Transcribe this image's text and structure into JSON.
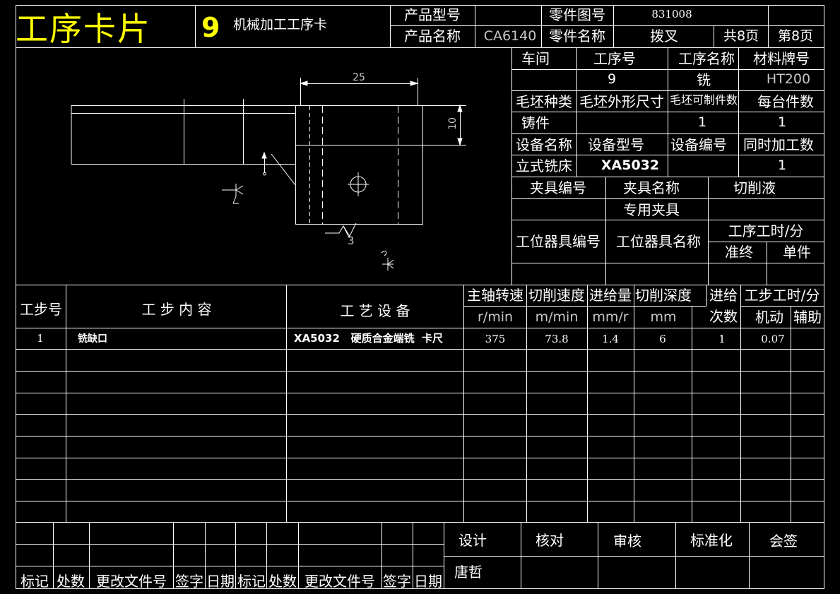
{
  "header": {
    "card_title": "工序卡片",
    "op_number": "9",
    "subtitle": "机械加工工序卡",
    "product_model_label": "产品型号",
    "product_model_value": "",
    "part_drawing_label": "零件图号",
    "part_drawing_value": "831008",
    "product_name_label": "产品名称",
    "product_name_value": "CA6140",
    "part_name_label": "零件名称",
    "part_name_value": "拨叉",
    "total_pages": "共8页",
    "page_no": "第8页"
  },
  "info": {
    "workshop_label": "车间",
    "op_no_label": "工序号",
    "op_name_label": "工序名称",
    "material_label": "材料牌号",
    "workshop_value": "",
    "op_no_value": "9",
    "op_name_value": "铣",
    "material_value": "HT200",
    "blank_type_label": "毛坯种类",
    "blank_size_label": "毛坯外形尺寸",
    "blank_count_label": "毛坯可制件数",
    "per_unit_label": "每台件数",
    "blank_type_value": "铸件",
    "blank_size_value": "",
    "blank_count_value": "1",
    "per_unit_value": "1",
    "equip_name_label": "设备名称",
    "equip_model_label": "设备型号",
    "equip_no_label": "设备编号",
    "simul_label": "同时加工数",
    "equip_name_value": "立式铣床",
    "equip_model_value": "XA5032",
    "equip_no_value": "",
    "simul_value": "1",
    "fixture_no_label": "夹具编号",
    "fixture_name_label": "夹具名称",
    "coolant_label": "切削液",
    "fixture_no_value": "",
    "fixture_name_value": "专用夹具",
    "coolant_value": "",
    "station_no_label": "工位器具编号",
    "station_name_label": "工位器具名称",
    "op_time_label": "工序工时/分",
    "prep_label": "准终",
    "unit_label": "单件"
  },
  "drawing": {
    "dim_width": "25",
    "dim_height": "10",
    "roughness": "3"
  },
  "steps": {
    "h_step_no": "工步号",
    "h_content": "工 步 内 容",
    "h_equipment": "工 艺 设 备",
    "h_spindle": "主轴转速",
    "h_speed": "切削速度",
    "h_feed": "进给量",
    "h_depth": "切削深度",
    "h_passes_a": "进给",
    "h_passes_b": "次数",
    "h_steptime": "工步工时/分",
    "u_spindle": "r/min",
    "u_speed": "m/min",
    "u_feed": "mm/r",
    "u_depth": "mm",
    "u_machine": "机动",
    "u_aux": "辅助",
    "rows": [
      {
        "no": "1",
        "content": "铣缺口",
        "equipment": "XA5032   硬质合金端铣  卡尺",
        "spindle": "375",
        "speed": "73.8",
        "feed": "1.4",
        "depth": "6",
        "passes": "1",
        "machine": "0.07",
        "aux": ""
      }
    ]
  },
  "signoff": {
    "design": "设计",
    "check": "核对",
    "review": "审核",
    "standard": "标准化",
    "countersign": "会签",
    "designer": "唐哲",
    "mark1": "标记",
    "count1": "处数",
    "docno1": "更改文件号",
    "sign1": "签字",
    "date1": "日期",
    "mark2": "标记",
    "count2": "处数",
    "docno2": "更改文件号",
    "sign2": "签字",
    "date2": "日期"
  }
}
